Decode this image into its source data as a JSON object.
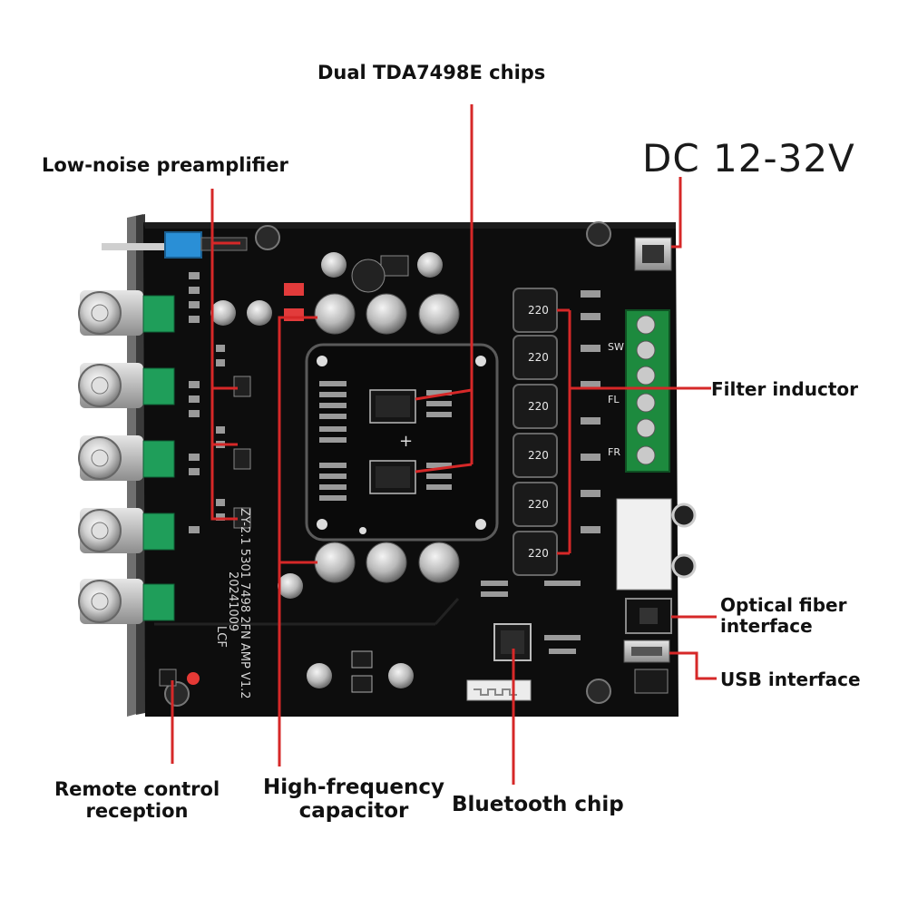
{
  "labels": {
    "chips": "Dual TDA7498E chips",
    "preamp": "Low-noise preamplifier",
    "dc": "DC 12-32V",
    "inductor": "Filter inductor",
    "optical_1": "Optical fiber",
    "optical_2": "interface",
    "usb": "USB interface",
    "remote_1": "Remote control",
    "remote_2": "reception",
    "capacitor_1": "High-frequency",
    "capacitor_2": "capacitor",
    "bluetooth": "Bluetooth chip"
  },
  "board": {
    "silkscreen": [
      "ZY-2.1 5301 7498 2FN AMP V1.2",
      "20241009",
      "LCF"
    ],
    "inductor_marking": "220",
    "terminal_labels": [
      "SW",
      "FL",
      "FR"
    ]
  },
  "colors": {
    "pcb": "#0d0d0d",
    "leader_line": "#d62828",
    "potentiometer": "#1f9e5a",
    "terminal_block": "#1d8a3e"
  }
}
